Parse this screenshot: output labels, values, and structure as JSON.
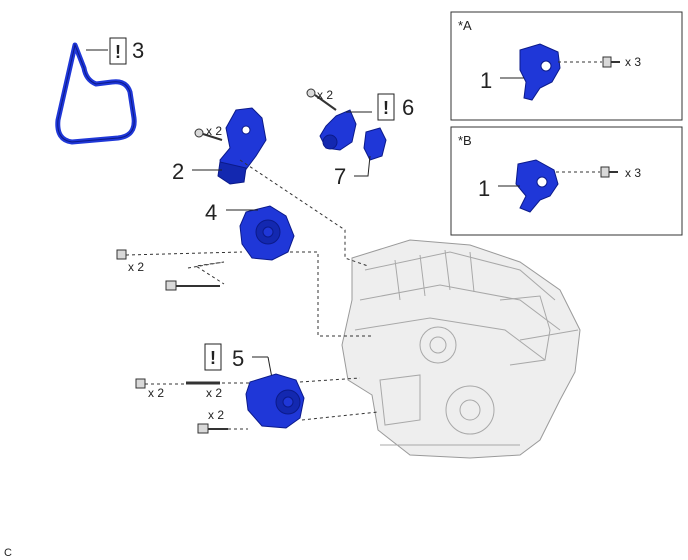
{
  "callouts": {
    "n1a": "1",
    "n1b": "1",
    "n2": "2",
    "n3": "3",
    "n4": "4",
    "n5": "5",
    "n6": "6",
    "n7": "7"
  },
  "caution_mark": "!",
  "quantities": {
    "bolt_2": "x 2",
    "bolt_6": "x 2",
    "nut_4": "x 2",
    "nut_5": "x 2",
    "stud_5": "x 2",
    "bolt_5": "x 2",
    "inset_a": "x 3",
    "inset_b": "x 3"
  },
  "insets": {
    "a_label": "*A",
    "b_label": "*B"
  },
  "corner_mark": "C",
  "colors": {
    "part": "#1f37d8",
    "engine": "#eeeeee"
  }
}
